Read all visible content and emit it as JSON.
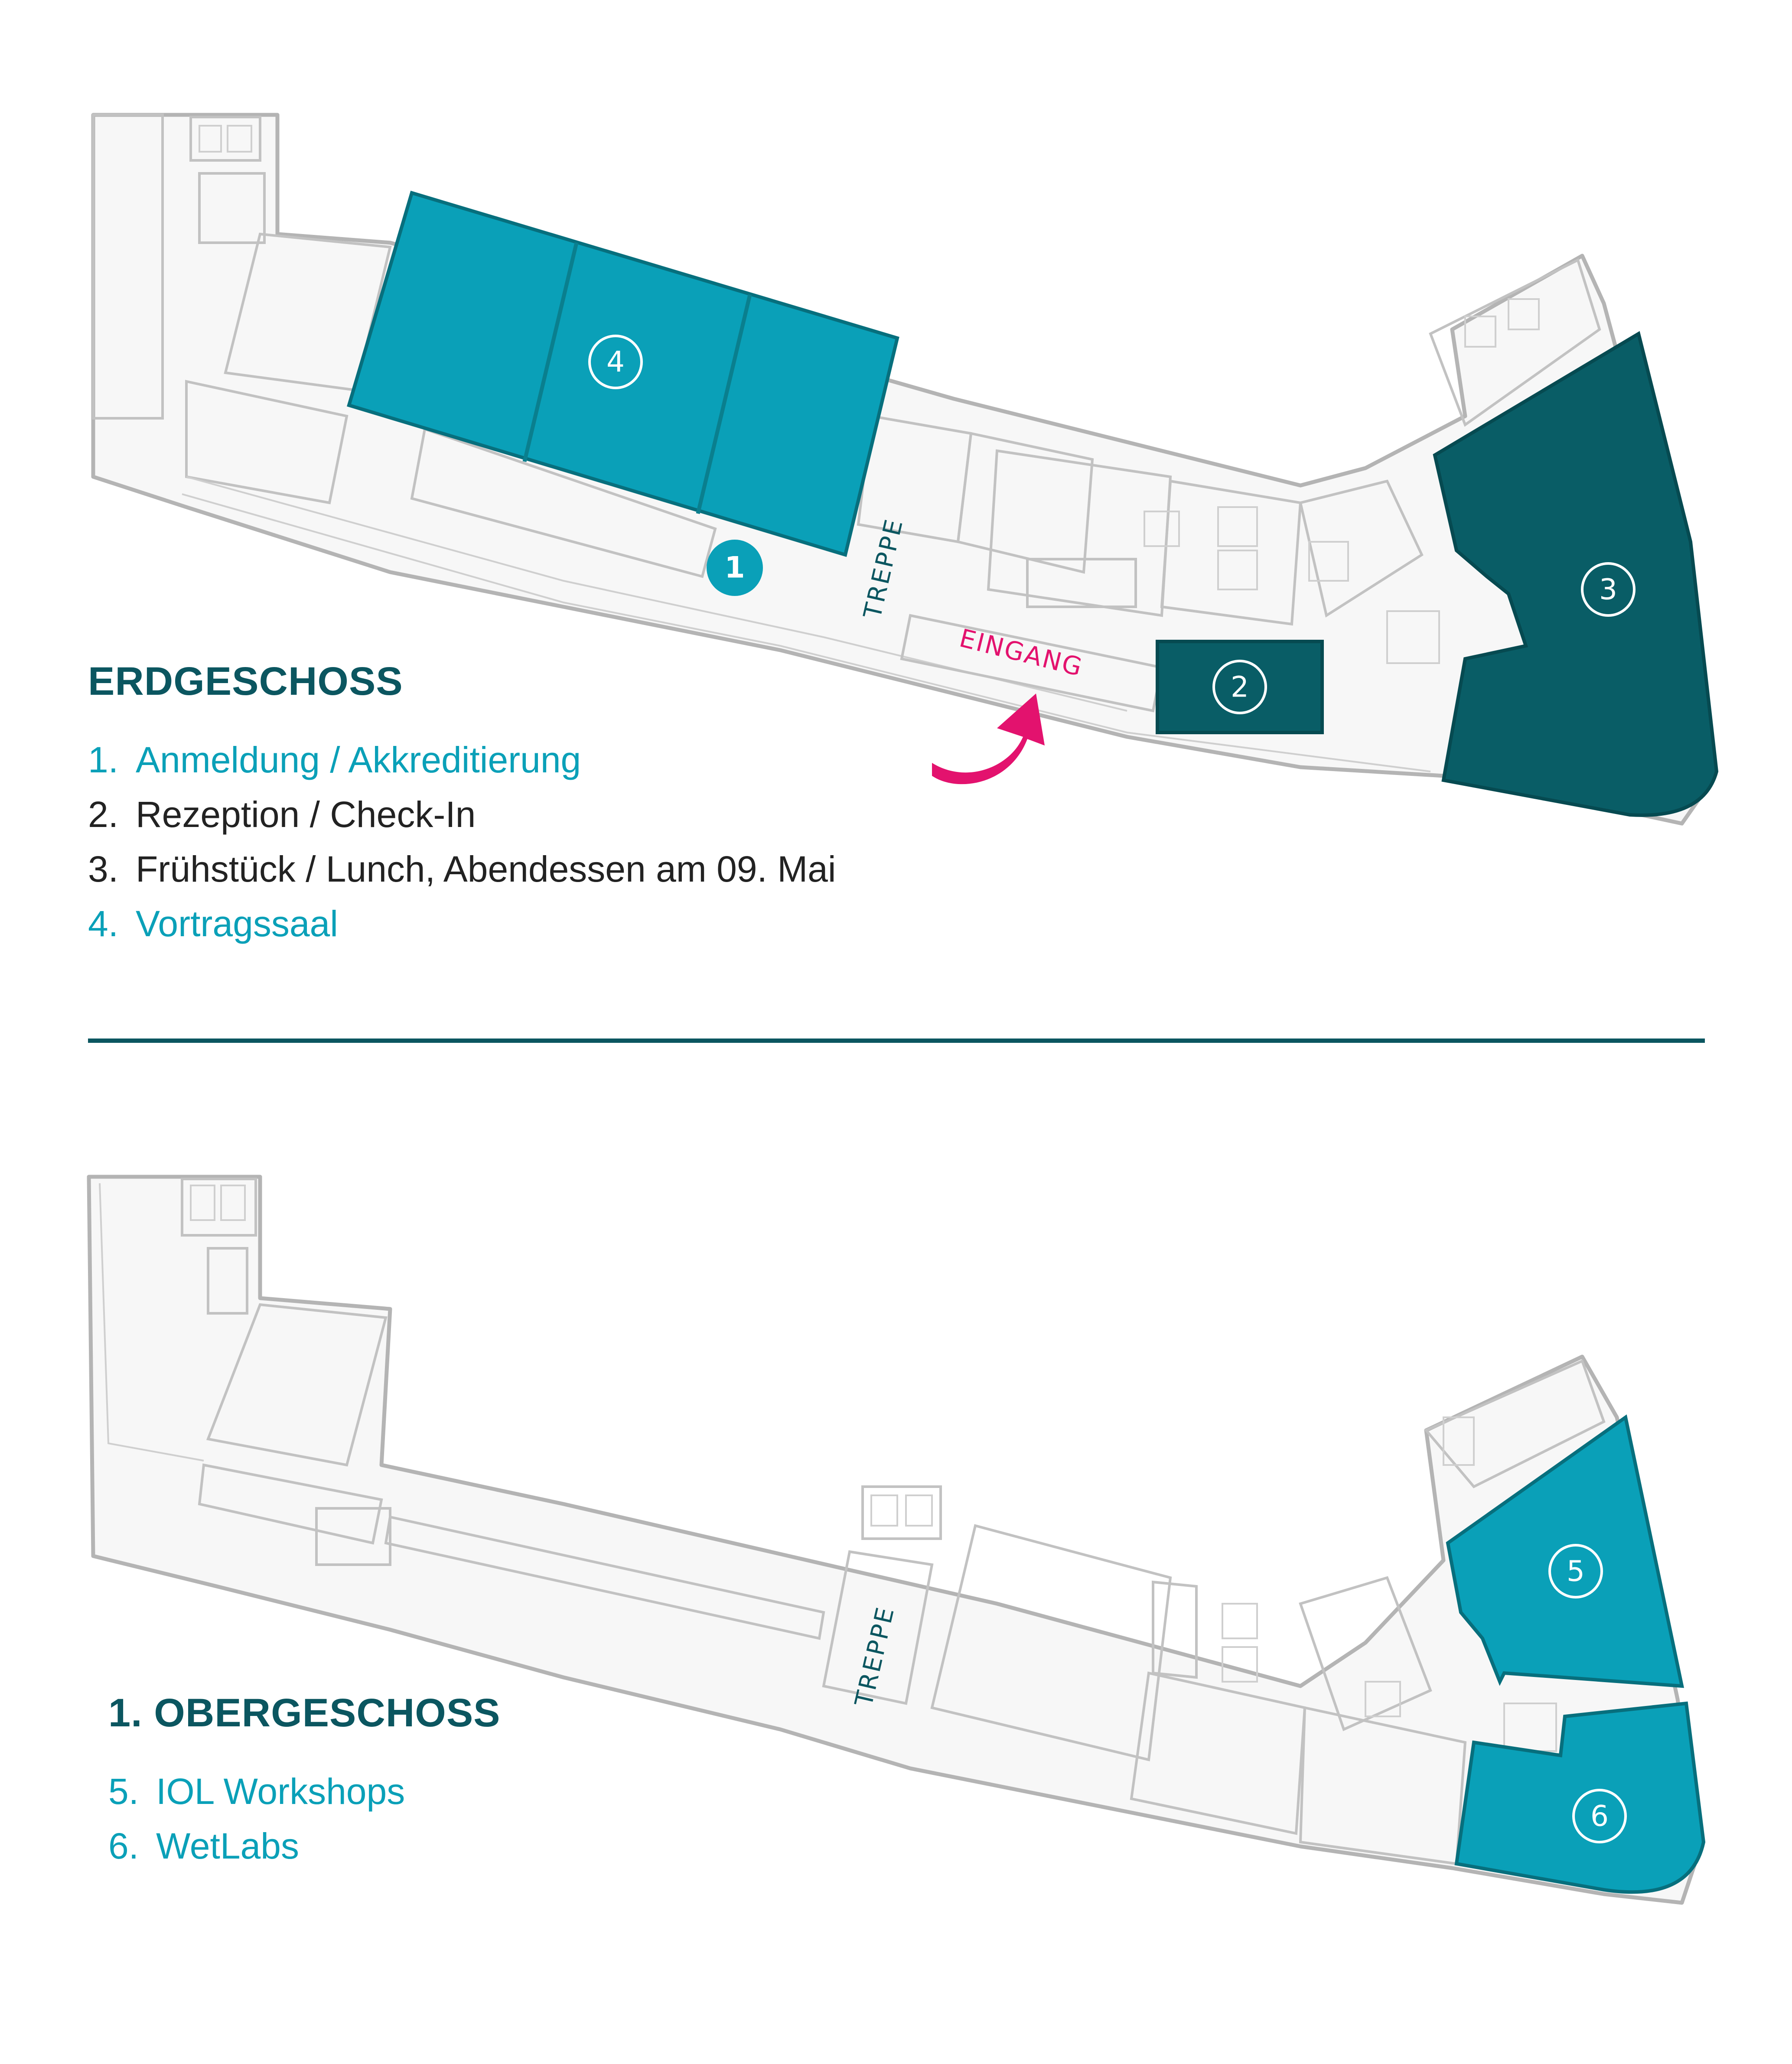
{
  "colors": {
    "teal_light": "#0aa0b8",
    "teal_dark": "#095d66",
    "heading": "#0b5660",
    "legend_dark": "#222222",
    "entrance": "#e3126e"
  },
  "ground_floor": {
    "title": "ERDGESCHOSS",
    "rooms": [
      {
        "num": "1",
        "label": "Anmeldung / Akkreditierung",
        "color": "#0aa0b8"
      },
      {
        "num": "2",
        "label": "Rezeption / Check-In",
        "color": "#222222"
      },
      {
        "num": "3",
        "label": "Frühstück / Lunch, Abendessen am 09. Mai",
        "color": "#222222"
      },
      {
        "num": "4",
        "label": "Vortragssaal",
        "color": "#0aa0b8"
      }
    ],
    "map_labels": {
      "stairs": "TREPPE",
      "entrance": "EINGANG",
      "room1": "1",
      "room2": "2",
      "room3": "3",
      "room4": "4"
    }
  },
  "first_floor": {
    "title": "1. OBERGESCHOSS",
    "rooms": [
      {
        "num": "5.",
        "label": "IOL Workshops",
        "color": "#0aa0b8"
      },
      {
        "num": "6.",
        "label": "WetLabs",
        "color": "#0aa0b8"
      }
    ],
    "map_labels": {
      "stairs": "TREPPE",
      "room5": "5",
      "room6": "6"
    }
  }
}
